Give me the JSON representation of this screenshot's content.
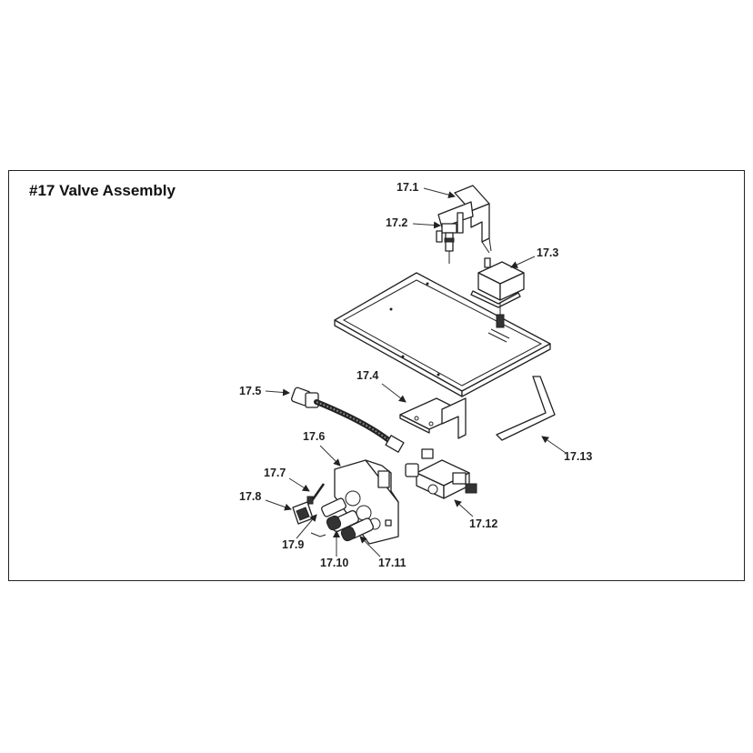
{
  "title": "#17 Valve Assembly",
  "parts": [
    {
      "id": "17.1"
    },
    {
      "id": "17.2"
    },
    {
      "id": "17.3"
    },
    {
      "id": "17.4"
    },
    {
      "id": "17.5"
    },
    {
      "id": "17.6"
    },
    {
      "id": "17.7"
    },
    {
      "id": "17.8"
    },
    {
      "id": "17.9"
    },
    {
      "id": "17.10"
    },
    {
      "id": "17.11"
    },
    {
      "id": "17.12"
    },
    {
      "id": "17.13"
    }
  ]
}
